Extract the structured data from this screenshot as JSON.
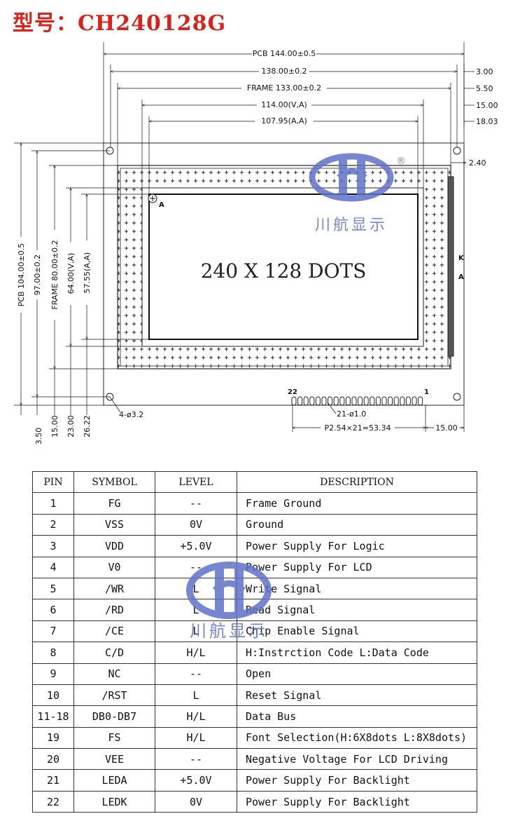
{
  "title": "型号：CH240128G",
  "drawing": {
    "dims_top": [
      "PCB 144.00±0.5",
      "138.00±0.2",
      "FRAME 133.00±0.2",
      "114.00(V,A)",
      "107.95(A,A)"
    ],
    "dims_right": [
      "3.00",
      "5.50",
      "15.00",
      "18.03",
      "2.40"
    ],
    "dims_left": [
      "PCB 104.00±0.5",
      "97.00±0.2",
      "FRAME 80.00±0.2",
      "64.00(V,A)",
      "57.55(A,A)"
    ],
    "dims_bottom": [
      "3.50",
      "15.00",
      "23.00",
      "26.22"
    ],
    "display_text": "240 X 128 DOTS",
    "corner_label": "A",
    "hole_label": "4-ø3.2",
    "pin_label_left": "22",
    "pin_label_right": "1",
    "pin_hole_label": "21-ø1.0",
    "pitch_label": "P2.54×21=53.34",
    "pitch_right": "15.00",
    "backlight_k": "K",
    "backlight_a": "A"
  },
  "watermark": {
    "text": "川航显示",
    "registered": "®",
    "color": "#5f72c8"
  },
  "table": {
    "headers": [
      "PIN",
      "SYMBOL",
      "LEVEL",
      "DESCRIPTION"
    ],
    "rows": [
      [
        "1",
        "FG",
        "--",
        "Frame Ground"
      ],
      [
        "2",
        "VSS",
        "0V",
        "Ground"
      ],
      [
        "3",
        "VDD",
        "+5.0V",
        "Power Supply For Logic"
      ],
      [
        "4",
        "V0",
        "--",
        "Power Supply For LCD"
      ],
      [
        "5",
        "/WR",
        "L",
        "Write Signal"
      ],
      [
        "6",
        "/RD",
        "L",
        "Read Signal"
      ],
      [
        "7",
        "/CE",
        "L",
        "Chip Enable Signal"
      ],
      [
        "8",
        "C/D",
        "H/L",
        "H:Instrction Code  L:Data Code"
      ],
      [
        "9",
        "NC",
        "--",
        "Open"
      ],
      [
        "10",
        "/RST",
        "L",
        "Reset Signal"
      ],
      [
        "11-18",
        "DB0-DB7",
        "H/L",
        "Data Bus"
      ],
      [
        "19",
        "FS",
        "H/L",
        "Font Selection(H:6X8dots L:8X8dots)"
      ],
      [
        "20",
        "VEE",
        "--",
        "Negative Voltage For LCD Driving"
      ],
      [
        "21",
        "LEDA",
        "+5.0V",
        "Power Supply For Backlight"
      ],
      [
        "22",
        "LEDK",
        "0V",
        "Power Supply For Backlight"
      ]
    ]
  }
}
